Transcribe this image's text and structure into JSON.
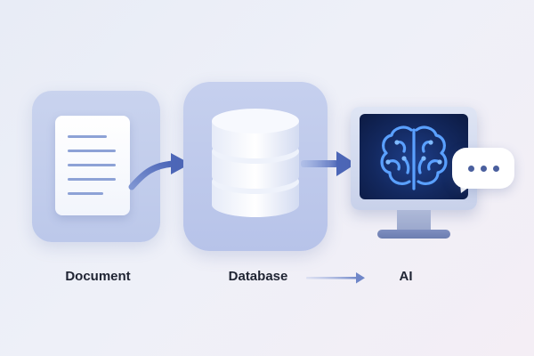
{
  "labels": {
    "document": "Document",
    "database": "Database",
    "ai": "AI"
  },
  "icons": {
    "document": "document-icon",
    "database": "database-icon",
    "ai": "brain-icon",
    "monitor": "monitor-icon",
    "chat": "chat-bubble-icon"
  },
  "colors": {
    "card": "#bcc8ea",
    "arrow": "#5a72c0",
    "screen": "#13285e",
    "brain": "#5aa0ff",
    "text": "#1f2433"
  }
}
